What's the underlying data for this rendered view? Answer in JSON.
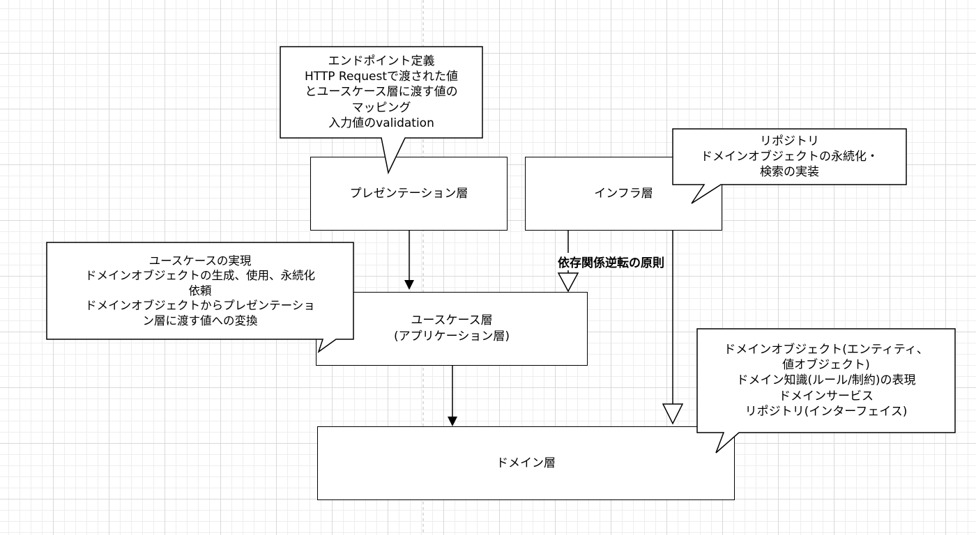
{
  "colors": {
    "grid": "#d9d9d9",
    "stroke": "#000000",
    "fill": "#ffffff",
    "guide": "#bbbbbb"
  },
  "nodes": {
    "presentation": "プレゼンテーション層",
    "infra": "インフラ層",
    "usecase": "ユースケース層\n(アプリケーション層)",
    "domain": "ドメイン層"
  },
  "callouts": {
    "presentation": "エンドポイント定義\nHTTP Requestで渡された値\nとユースケース層に渡す値の\nマッピング\n入力値のvalidation",
    "infra": "リポジトリ\nドメインオブジェクトの永続化・\n検索の実装",
    "usecase": "ユースケースの実現\nドメインオブジェクトの生成、使用、永続化\n依頼\nドメインオブジェクトからプレゼンテーショ\nン層に渡す値への変換",
    "domain": "ドメインオブジェクト(エンティティ、\n値オブジェクト)\nドメイン知識(ルール/制約)の表現\nドメインサービス\nリポジトリ(インターフェイス)"
  },
  "edge_label": "依存関係逆転の原則"
}
